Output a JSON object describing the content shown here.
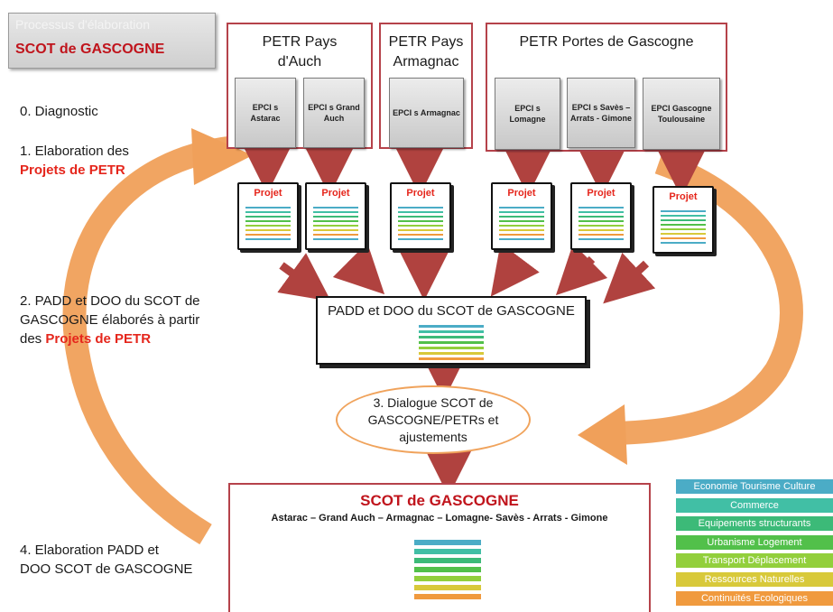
{
  "title_box": {
    "subtitle": "Processus d'élaboration",
    "title": "SCOT de GASCOGNE"
  },
  "steps": {
    "step0": "0. Diagnostic",
    "step1_a": "1. Elaboration des",
    "step1_b": "Projets de PETR",
    "step2_a": "2. PADD et DOO du SCOT de",
    "step2_b": "GASCOGNE élaborés à partir",
    "step2_c": "des ",
    "step2_d": "Projets de PETR",
    "step4_a": "4. Elaboration PADD et",
    "step4_b": "DOO SCOT de GASCOGNE"
  },
  "petrs": [
    {
      "name_line1": "PETR Pays",
      "name_line2": "d'Auch"
    },
    {
      "name_line1": "PETR Pays",
      "name_line2": "Armagnac"
    },
    {
      "name_line1": "PETR Portes de Gascogne",
      "name_line2": ""
    }
  ],
  "epcis": [
    {
      "label": "EPCI s Astarac"
    },
    {
      "label": "EPCI s Grand Auch"
    },
    {
      "label": "EPCI s Armagnac"
    },
    {
      "label": "EPCI s Lomagne"
    },
    {
      "label": "EPCI s Savès – Arrats - Gimone"
    },
    {
      "label": "EPCI Gascogne Toulousaine"
    }
  ],
  "projet_label": "Projet",
  "padd_box": {
    "title": "PADD et DOO du SCOT de GASCOGNE"
  },
  "dialogue": {
    "text": "3. Dialogue SCOT de GASCOGNE/PETRs et ajustements"
  },
  "scot_box": {
    "title": "SCOT de GASCOGNE",
    "subtitle": "Astarac – Grand Auch – Armagnac – Lomagne- Savès - Arrats - Gimone"
  },
  "legend": [
    {
      "label": "Economie Tourisme Culture",
      "color": "#4bacc6"
    },
    {
      "label": "Commerce",
      "color": "#41bfa5"
    },
    {
      "label": "Equipements structurants",
      "color": "#3cba78"
    },
    {
      "label": "Urbanisme Logement",
      "color": "#52c04a"
    },
    {
      "label": "Transport Déplacement",
      "color": "#92cf3c"
    },
    {
      "label": "Ressources Naturelles",
      "color": "#d8c93a"
    },
    {
      "label": "Continuités Ecologiques",
      "color": "#f09a3e"
    }
  ],
  "colors": {
    "arrow_red": "#b0423f",
    "cycle_orange": "#f0a05a",
    "border_red": "#b5424a",
    "accent_red": "#e5261c"
  }
}
